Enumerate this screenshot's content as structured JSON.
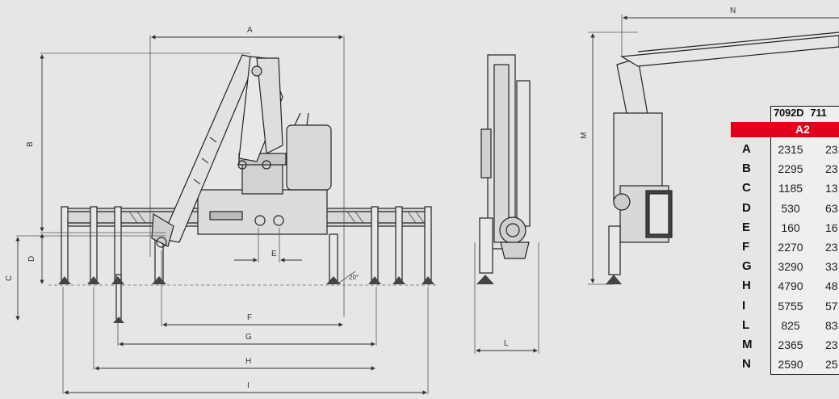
{
  "dimension_labels": {
    "A": "A",
    "B": "B",
    "C": "C",
    "D": "D",
    "E": "E",
    "F": "F",
    "G": "G",
    "H": "H",
    "I": "I",
    "L": "L",
    "M": "M",
    "N": "N",
    "angle": "20°"
  },
  "table": {
    "models": [
      "7092D",
      "711"
    ],
    "subheader": "A2",
    "rows": [
      {
        "label": "A",
        "v1": "2315",
        "v2": "23"
      },
      {
        "label": "B",
        "v1": "2295",
        "v2": "23"
      },
      {
        "label": "C",
        "v1": "1185",
        "v2": "13"
      },
      {
        "label": "D",
        "v1": "530",
        "v2": "63"
      },
      {
        "label": "E",
        "v1": "160",
        "v2": "16"
      },
      {
        "label": "F",
        "v1": "2270",
        "v2": "23"
      },
      {
        "label": "G",
        "v1": "3290",
        "v2": "33"
      },
      {
        "label": "H",
        "v1": "4790",
        "v2": "48"
      },
      {
        "label": "I",
        "v1": "5755",
        "v2": "57"
      },
      {
        "label": "L",
        "v1": "825",
        "v2": "83"
      },
      {
        "label": "M",
        "v1": "2365",
        "v2": "23"
      },
      {
        "label": "N",
        "v1": "2590",
        "v2": "25"
      }
    ]
  },
  "colors": {
    "background": "#e6e6e6",
    "accent_red": "#e3001b",
    "line": "#222222"
  }
}
